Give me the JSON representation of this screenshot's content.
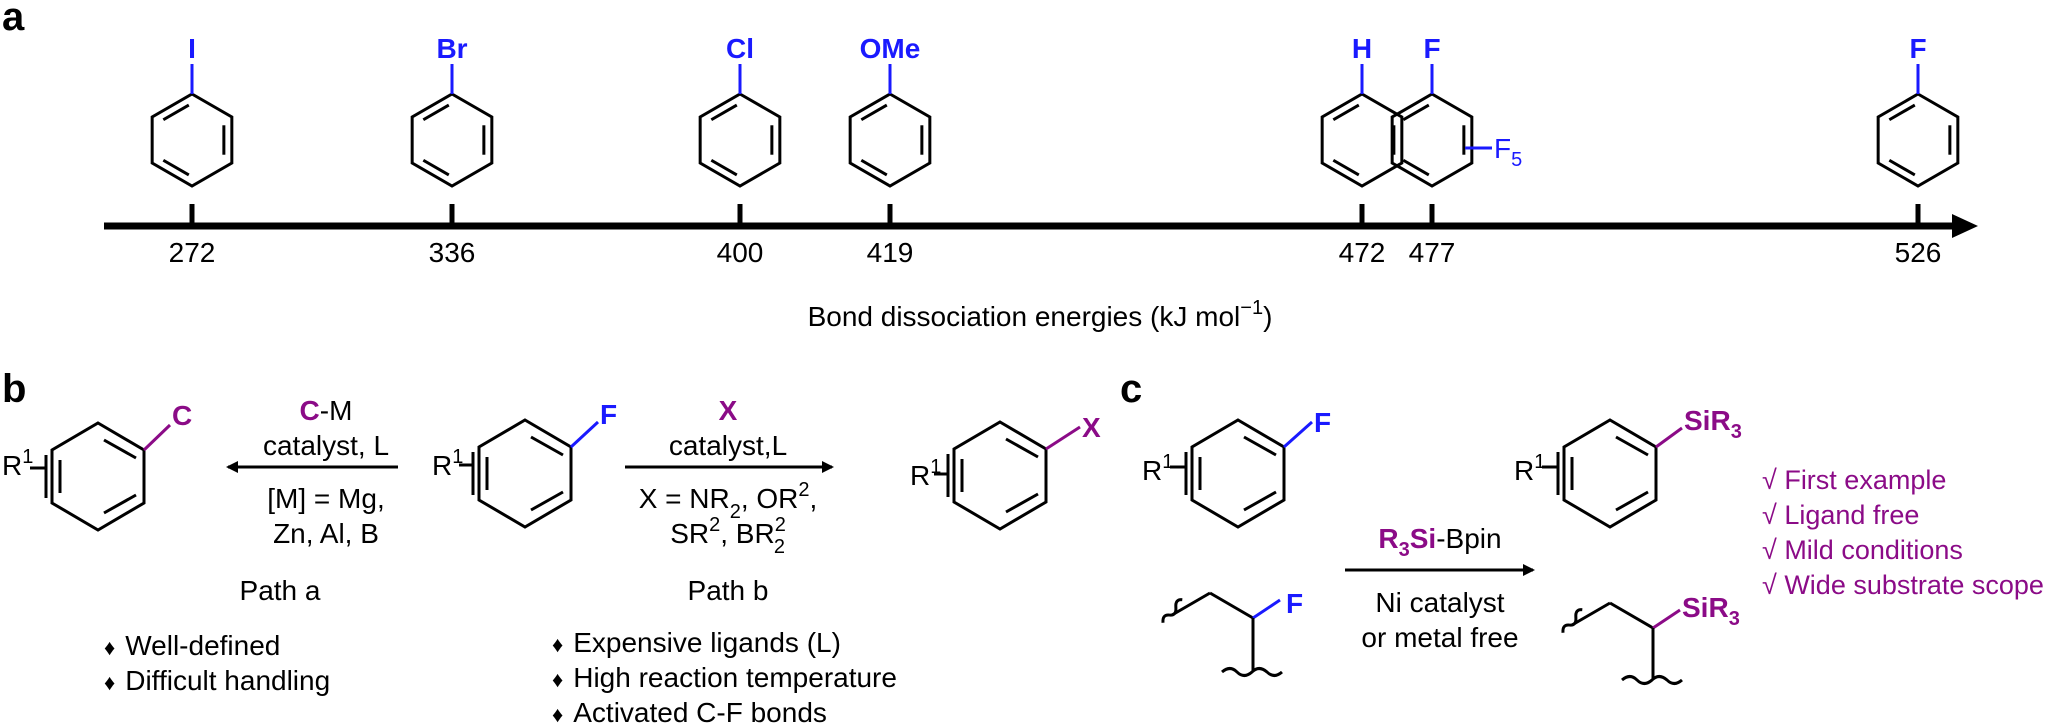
{
  "colors": {
    "blue": "#1a1aff",
    "purple": "#8b0b87",
    "black": "#000000"
  },
  "panel_a": {
    "label": "a",
    "axis_title": "Bond dissociation energies (kJ mol",
    "axis_title_sup": "−1",
    "axis_title_close": ")",
    "ticks": [
      {
        "value": "272",
        "substituent": "I"
      },
      {
        "value": "336",
        "substituent": "Br"
      },
      {
        "value": "400",
        "substituent": "Cl"
      },
      {
        "value": "419",
        "substituent": "OMe"
      },
      {
        "value": "472",
        "substituent": "H"
      },
      {
        "value": "477",
        "substituent": "F",
        "ring_substituent": "F",
        "ring_substituent_sub": "5"
      },
      {
        "value": "526",
        "substituent": "F"
      }
    ]
  },
  "panel_b": {
    "label": "b",
    "left_product_group": "C",
    "left_r1": "R",
    "left_r1_sup": "1",
    "center_group": "F",
    "center_r1": "R",
    "center_r1_sup": "1",
    "right_group": "X",
    "right_r1": "R",
    "right_r1_sup": "1",
    "path_a": {
      "reagent_bold": "C",
      "reagent_rest": "-M",
      "catalyst": "catalyst, L",
      "cond_line1": "[M] = Mg,",
      "cond_line2": "Zn, Al, B",
      "name": "Path a",
      "bullets": [
        "Well-defined",
        "Difficult handling"
      ]
    },
    "path_b": {
      "reagent": "X",
      "catalyst": "catalyst,L",
      "cond_line1_a": "X = NR",
      "cond_line1_sup1": "2",
      "cond_line1_b": ", OR",
      "cond_line1_sup2": "2",
      "cond_line1_c": ",",
      "cond_line2_a": "SR",
      "cond_line2_sup1": "2",
      "cond_line2_b": ", BR",
      "cond_line2_sup2": "2",
      "cond_line2_sub": "2",
      "name": "Path b",
      "bullets": [
        "Expensive ligands (L)",
        "High reaction temperature",
        "Activated C-F bonds"
      ]
    },
    "bullet_glyph": "♦"
  },
  "panel_c": {
    "label": "c",
    "aryl_group": "F",
    "aryl_r1": "R",
    "aryl_r1_sup": "1",
    "alkyl_group": "F",
    "product_group": "SiR",
    "product_group_sub": "3",
    "product_r1": "R",
    "product_r1_sup": "1",
    "reagent_a": "R",
    "reagent_a_sub": "3",
    "reagent_b": "Si",
    "reagent_c": "-Bpin",
    "cond_line1": "Ni catalyst",
    "cond_line2": "or metal free",
    "checklist": [
      "√ First example",
      "√ Ligand free",
      "√ Mild conditions",
      "√ Wide substrate scope"
    ]
  }
}
